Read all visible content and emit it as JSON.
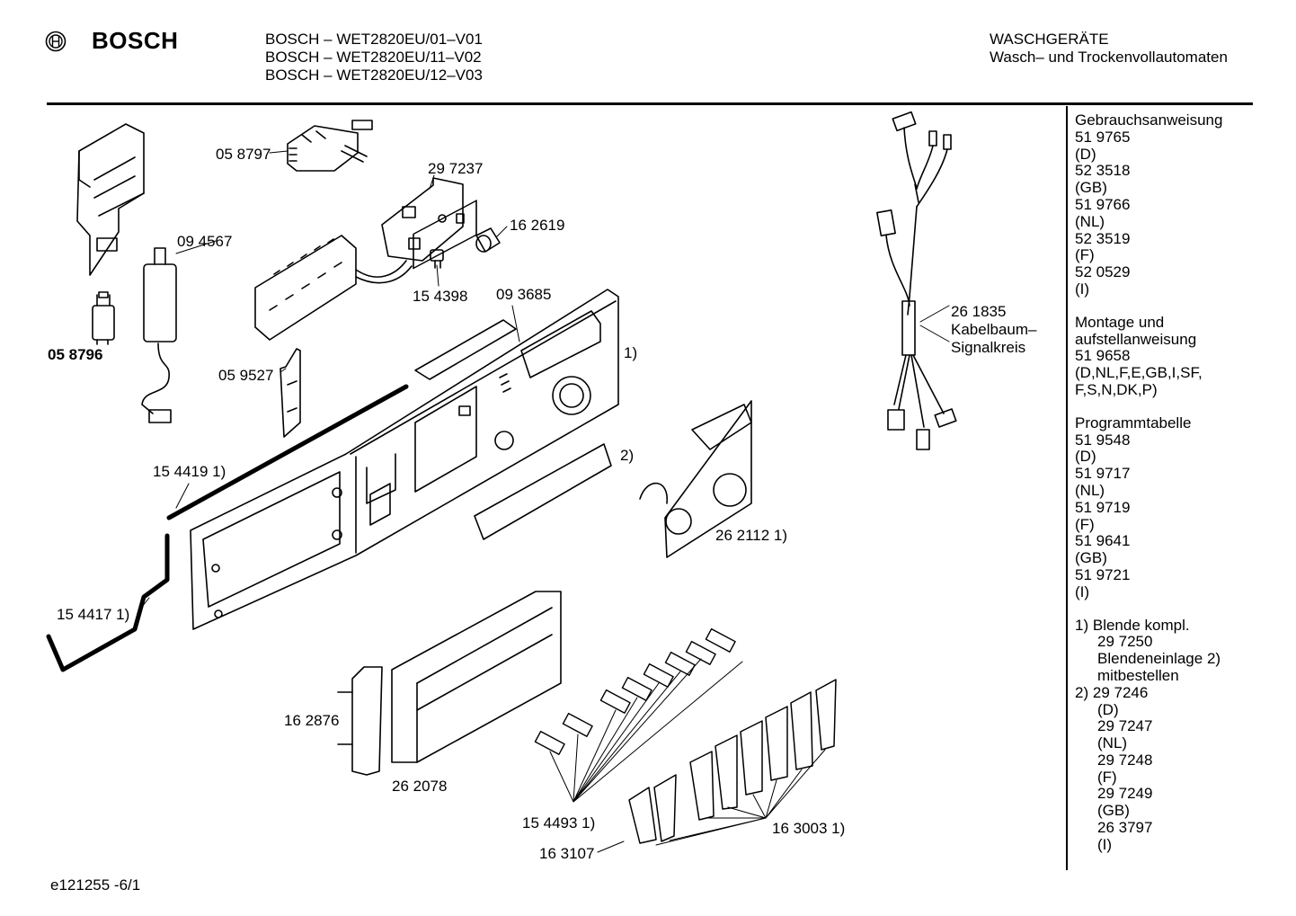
{
  "brand": {
    "name": "BOSCH"
  },
  "header": {
    "models": [
      "BOSCH – WET2820EU/01–V01",
      "BOSCH – WET2820EU/11–V02",
      "BOSCH – WET2820EU/12–V03"
    ],
    "category": "WASCHGERÄTE",
    "subcategory": "Wasch– und Trockenvollautomaten"
  },
  "parts": {
    "p058797": "05 8797",
    "p297237": "29 7237",
    "p094567": "09 4567",
    "p162619": "16 2619",
    "p154398": "15 4398",
    "p093685": "09 3685",
    "p058796": "05 8796",
    "p059527": "05 9527",
    "note1": "1)",
    "note2": "2)",
    "p154419": "15 4419 1)",
    "p262112": "26 2112 1)",
    "p154417": "15 4417 1)",
    "p162876": "16 2876",
    "p262078": "26 2078",
    "p154493": "15 4493 1)",
    "p163003": "16 3003 1)",
    "p163107": "16 3107",
    "p261835": "26 1835",
    "cable1": "Kabelbaum–",
    "cable2": "Signalkreis"
  },
  "sidebar": {
    "gebrauch": [
      "Gebrauchsanweisung",
      "51 9765",
      "(D)",
      "52 3518",
      "(GB)",
      "51 9766",
      "(NL)",
      "52 3519",
      "(F)",
      "52 0529",
      "(I)"
    ],
    "montage": [
      "Montage und",
      "aufstellanweisung",
      "51 9658",
      "(D,NL,F,E,GB,I,SF,",
      "F,S,N,DK,P)"
    ],
    "programm": [
      "Programmtabelle",
      "51 9548",
      "(D)",
      "51 9717",
      "(NL)",
      "51 9719",
      "(F)",
      "51 9641",
      "(GB)",
      "51 9721",
      "(I)"
    ],
    "notes": {
      "n1_marker": "1)",
      "n1_a": "Blende kompl.",
      "n1_b": "29 7250",
      "n1_c": "Blendeneinlage 2)",
      "n1_d": "mitbestellen",
      "n2_marker": "2)",
      "n2": [
        "29 7246",
        "(D)",
        "29 7247",
        "(NL)",
        "29 7248",
        "(F)",
        "29 7249",
        "(GB)",
        "26 3797",
        "(I)"
      ]
    }
  },
  "footer": {
    "id": "e121255 -6/1"
  }
}
